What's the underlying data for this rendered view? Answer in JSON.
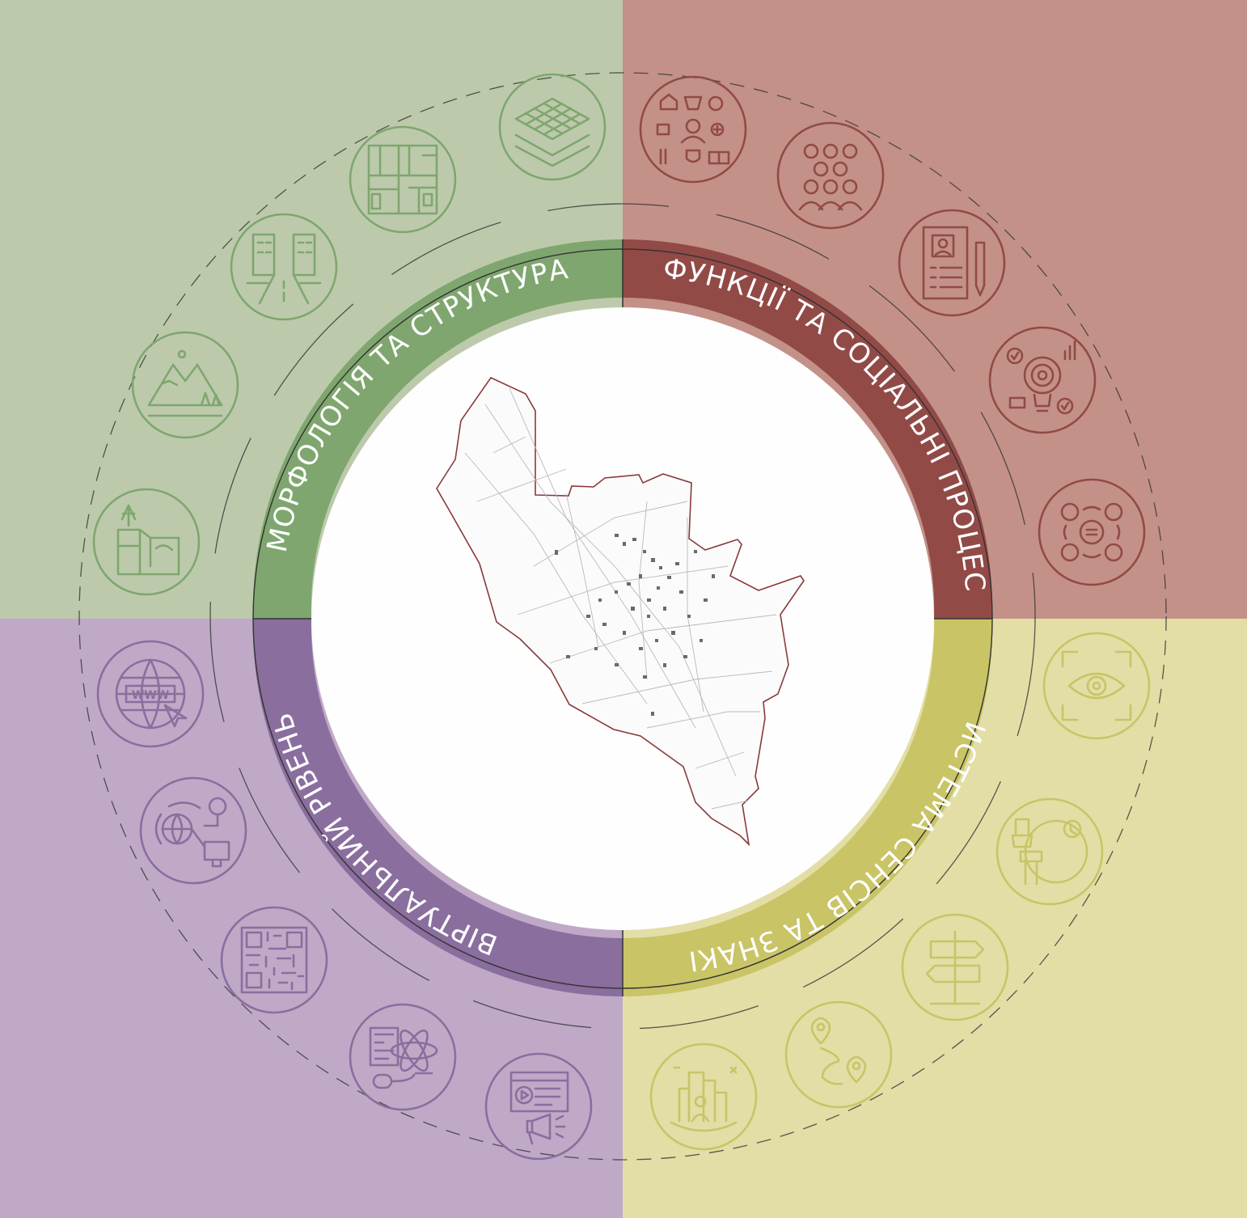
{
  "colors": {
    "morphology_bg": "#bccaab",
    "morphology_band": "#7fa66f",
    "morphology_icon": "#7fa66f",
    "functions_bg": "#c39188",
    "functions_band": "#924a47",
    "functions_icon": "#924a47",
    "signs_bg": "#e2dea6",
    "signs_band": "#c9c466",
    "signs_icon": "#c9c466",
    "virtual_bg": "#bfa9c7",
    "virtual_band": "#8a6e9e",
    "virtual_icon": "#8a6e9e"
  },
  "quadrants": [
    {
      "id": "morphology",
      "label": "МОРФОЛОГІЯ ТА СТРУКТУРА",
      "icons": [
        "landform-icon",
        "mountain-landscape-icon",
        "street-buildings-icon",
        "city-plan-icon",
        "map-layers-icon"
      ]
    },
    {
      "id": "functions",
      "label": "ФУНКЦІЇ ТА СОЦІАЛЬНІ ПРОЦЕСИ",
      "icons": [
        "city-services-icon",
        "community-group-icon",
        "profile-document-icon",
        "innovation-strategy-icon",
        "social-interaction-icon"
      ]
    },
    {
      "id": "signs",
      "label": "СИСТЕМА СЕНСІВ ТА ЗНАКІВ",
      "icons": [
        "vision-eye-icon",
        "social-rights-icon",
        "signpost-icon",
        "route-pins-icon",
        "city-person-icon"
      ]
    },
    {
      "id": "virtual",
      "label": "ВІРТУАЛЬНИЙ РІВЕНЬ",
      "icons": [
        "www-globe-icon",
        "global-network-icon",
        "qr-code-icon",
        "virtual-learning-icon",
        "digital-media-icon"
      ]
    }
  ]
}
